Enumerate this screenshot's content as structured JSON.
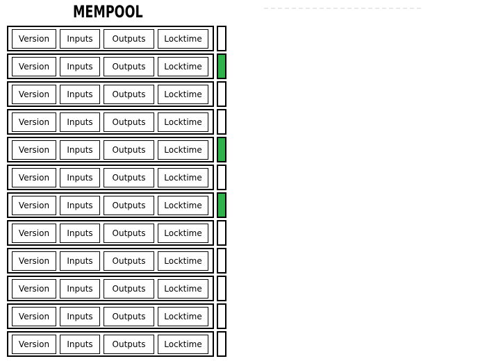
{
  "figure": {
    "title": "MEMPOOL"
  },
  "mempool": {
    "field_labels": [
      "Version",
      "Inputs",
      "Outputs",
      "Locktime"
    ],
    "transactions": [
      {
        "highlighted": false
      },
      {
        "highlighted": true
      },
      {
        "highlighted": false
      },
      {
        "highlighted": false
      },
      {
        "highlighted": true
      },
      {
        "highlighted": false
      },
      {
        "highlighted": true
      },
      {
        "highlighted": false
      },
      {
        "highlighted": false
      },
      {
        "highlighted": false
      },
      {
        "highlighted": false
      },
      {
        "highlighted": false
      }
    ]
  },
  "colors": {
    "highlight_green": "#2eb24a",
    "box_border": "#000000",
    "dashed_line": "#e9e9e9",
    "background": "#ffffff"
  }
}
